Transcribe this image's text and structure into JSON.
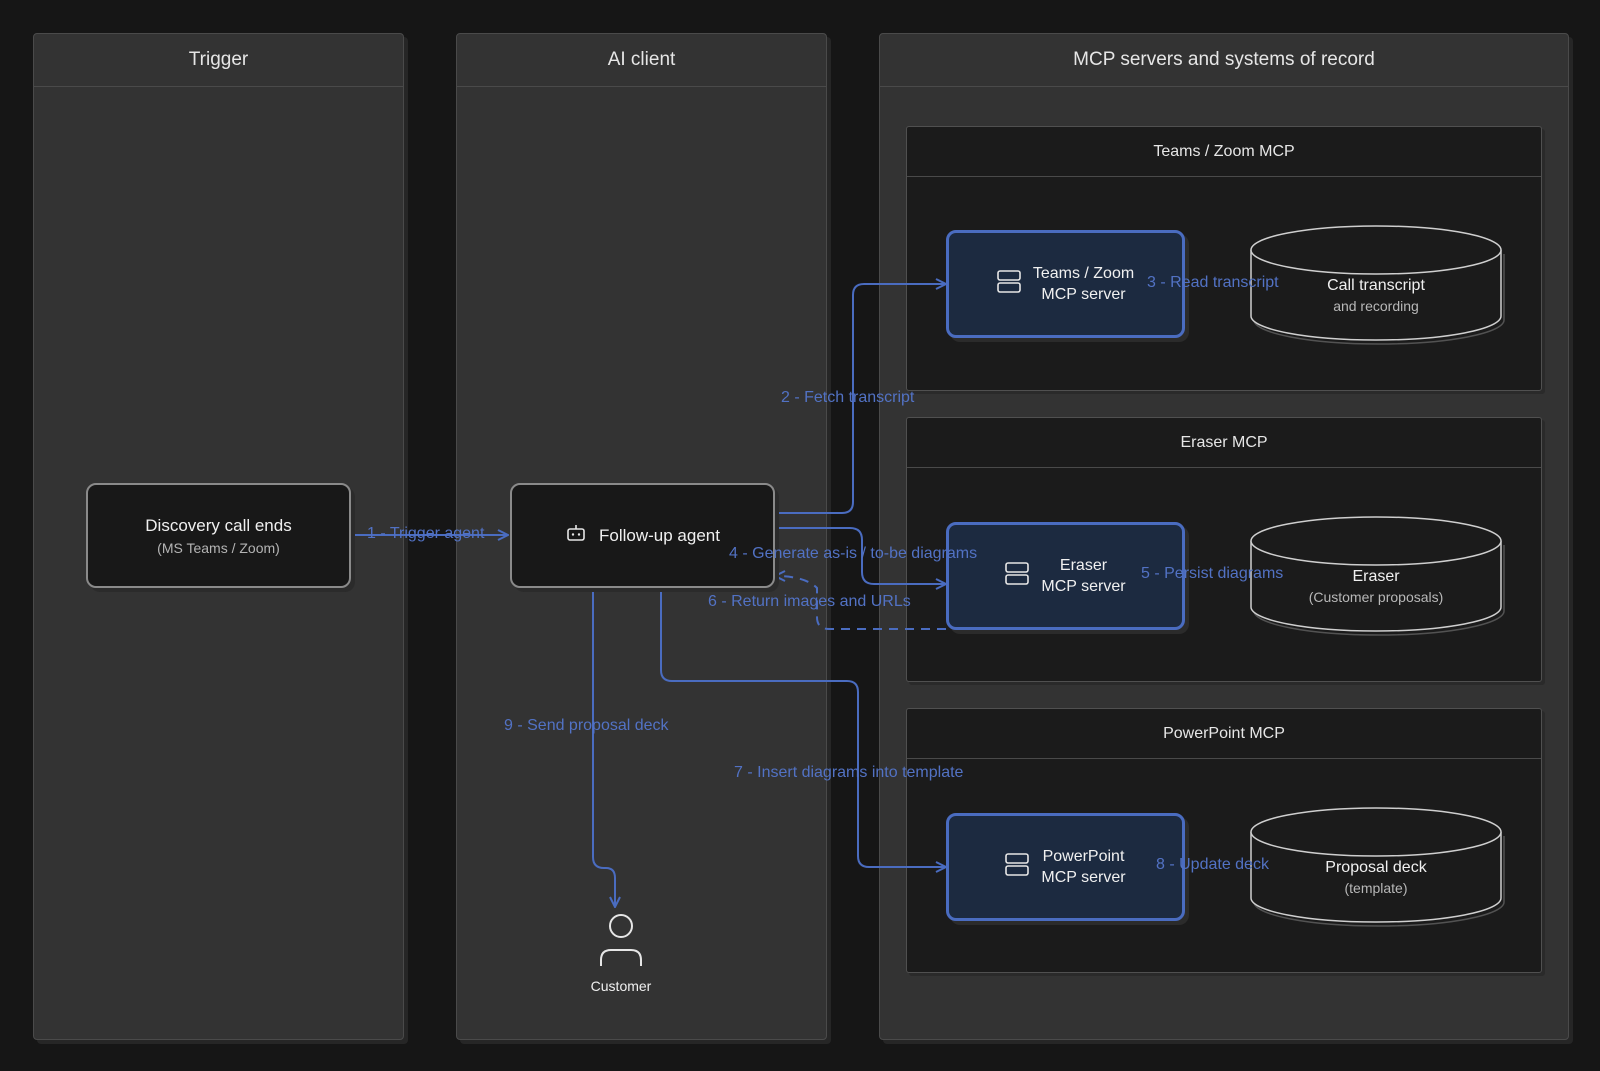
{
  "lanes": {
    "trigger": "Trigger",
    "ai_client": "AI client",
    "mcp": "MCP servers and systems of record"
  },
  "groups": {
    "teams_zoom": "Teams / Zoom MCP",
    "eraser": "Eraser MCP",
    "powerpoint": "PowerPoint MCP"
  },
  "nodes": {
    "discovery": {
      "title": "Discovery call ends",
      "subtitle": "(MS Teams / Zoom)"
    },
    "agent": {
      "title": "Follow-up agent",
      "icon": "robot-icon"
    },
    "teams_server": {
      "line1": "Teams / Zoom",
      "line2": "MCP server",
      "icon": "server-icon"
    },
    "eraser_server": {
      "line1": "Eraser",
      "line2": "MCP server",
      "icon": "server-icon"
    },
    "ppt_server": {
      "line1": "PowerPoint",
      "line2": "MCP server",
      "icon": "server-icon"
    },
    "call_transcript": {
      "title": "Call transcript",
      "subtitle": "and recording"
    },
    "eraser_store": {
      "title": "Eraser",
      "subtitle": "(Customer proposals)"
    },
    "proposal_deck": {
      "title": "Proposal deck",
      "subtitle": "(template)"
    },
    "customer": {
      "title": "Customer",
      "icon": "person-icon"
    }
  },
  "edges": {
    "e1": "1 - Trigger agent",
    "e2": "2 - Fetch transcript",
    "e3": "3 - Read transcript",
    "e4": "4 - Generate as-is / to-be diagrams",
    "e5": "5 - Persist diagrams",
    "e6": "6 - Return images and URLs",
    "e7": "7 - Insert diagrams into template",
    "e8": "8 - Update deck",
    "e9": "9 - Send proposal deck"
  },
  "colors": {
    "background": "#161616",
    "lane": "#333333",
    "server_fill": "#1c2a40",
    "accent": "#4a6cc0",
    "edge_label": "#5272c4"
  }
}
